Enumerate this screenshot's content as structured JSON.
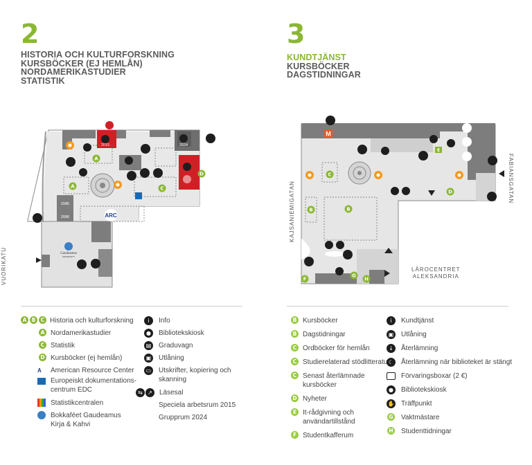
{
  "colors": {
    "green": "#8bb733",
    "dark": "#3f3f3f",
    "red": "#d11f26",
    "orange": "#f29a1f",
    "floor": "#e6e6e6",
    "wall": "#7d7d7d"
  },
  "floor2": {
    "number": "2",
    "lines": [
      "HISTORIA OCH KULTURFORSKNING",
      "KURSBÖCKER (EJ HEMLÅN)",
      "NORDAMERIKASTUDIER",
      "STATISTIK"
    ],
    "map": {
      "street": "VUORIKATU",
      "rooms": [
        "2015",
        "2024",
        "2085",
        "2086"
      ],
      "centre_name": "Gaudeamus",
      "centre_sub": "UNIVERSITY",
      "arc": "ARC"
    },
    "legend_left": [
      {
        "badges": [
          "A",
          "B",
          "C"
        ],
        "label": "Historia och kulturforskning"
      },
      {
        "badges": [
          "A"
        ],
        "label": "Nordamerikastudier"
      },
      {
        "badges": [
          "C"
        ],
        "label": "Statistik"
      },
      {
        "badges": [
          "D"
        ],
        "label": "Kursböcker (ej hemlån)"
      },
      {
        "icon": "arc-icon",
        "label": "American Resource Center"
      },
      {
        "icon": "edc-icon",
        "label": "Europeiskt dokumentations-centrum EDC"
      },
      {
        "icon": "statistics-centre-icon",
        "label": "Statistikcentralen"
      },
      {
        "icon": "bookcafe-icon",
        "label": "Bokkaféet Gaudeamus Kirja & Kahvi"
      }
    ],
    "legend_right": [
      {
        "icon": "info-icon",
        "label": "Info"
      },
      {
        "icon": "kiosk-icon",
        "label": "Bibliotekskiosk"
      },
      {
        "icon": "cart-icon",
        "label": "Graduvagn"
      },
      {
        "icon": "loan-icon",
        "label": "Utlåning"
      },
      {
        "icon": "print-icon",
        "label": "Utskrifter, kopiering och skanning"
      },
      {
        "icon": "reading-room-icon",
        "label": "Läsesal"
      },
      {
        "icon": "",
        "label": "Speciela arbetsrum 2015"
      },
      {
        "icon": "",
        "label": "Grupprum 2024"
      }
    ]
  },
  "floor3": {
    "number": "3",
    "lines": [
      "KUNDTJÄNST",
      "KURSBÖCKER",
      "DAGSTIDNINGAR"
    ],
    "map": {
      "street_left": "KAJSANIEMIGATAN",
      "street_right": "FABIANSGATAN",
      "centre": [
        "LÄROCENTRET",
        "ALEKSANDRIA"
      ],
      "metro": "M"
    },
    "legend_left": [
      {
        "badge": "B",
        "label": "Kursböcker"
      },
      {
        "badge": "B",
        "label": "Dagstidningar"
      },
      {
        "badge": "C",
        "label": "Ordböcker för hemlån"
      },
      {
        "badge": "C",
        "label": "Studierelaterad stödlitteratur"
      },
      {
        "badge": "C",
        "label": "Senast återlämnade kursböcker"
      },
      {
        "badge": "D",
        "label": "Nyheter"
      },
      {
        "badge": "E",
        "label": "It-rådgivning och användartillstånd"
      },
      {
        "badge": "F",
        "label": "Studentkafferum"
      }
    ],
    "legend_right": [
      {
        "icon": "info-icon",
        "label": "Kundtjänst"
      },
      {
        "icon": "loan-icon",
        "label": "Utlåning"
      },
      {
        "icon": "return-icon",
        "label": "Återlämning"
      },
      {
        "icon": "return-closed-icon",
        "label": "Återlämning när biblioteket är stängt"
      },
      {
        "icon": "locker-icon",
        "label": "Förvaringsboxar (2 €)"
      },
      {
        "icon": "kiosk-icon",
        "label": "Bibliotekskiosk"
      },
      {
        "icon": "meeting-point-icon",
        "label": "Träffpunkt"
      },
      {
        "badge": "G",
        "label": "Vaktmästare"
      },
      {
        "badge": "H",
        "label": "Studenttidningar"
      }
    ]
  }
}
